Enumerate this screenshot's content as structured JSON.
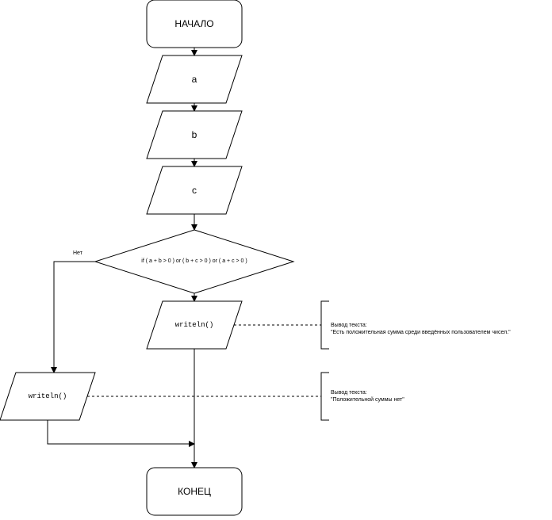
{
  "flowchart": {
    "start_label": "НАЧАЛО",
    "end_label": "КОНЕЦ",
    "inputs": [
      "a",
      "b",
      "c"
    ],
    "condition": "if ( a + b > 0 ) or ( b + c > 0 ) or ( a + c > 0 )",
    "no_label": "Нет",
    "output_yes": "writeln()",
    "output_no": "writeln()",
    "comment_yes": {
      "title": "Вывод текста:",
      "text": "\"Есть положительная сумма среди введённых пользователем чисел.\""
    },
    "comment_no": {
      "title": "Вывод текста:",
      "text": "\"Положительной суммы нет\""
    }
  },
  "colors": {
    "stroke": "#000000",
    "fill": "#ffffff",
    "text": "#000000"
  }
}
